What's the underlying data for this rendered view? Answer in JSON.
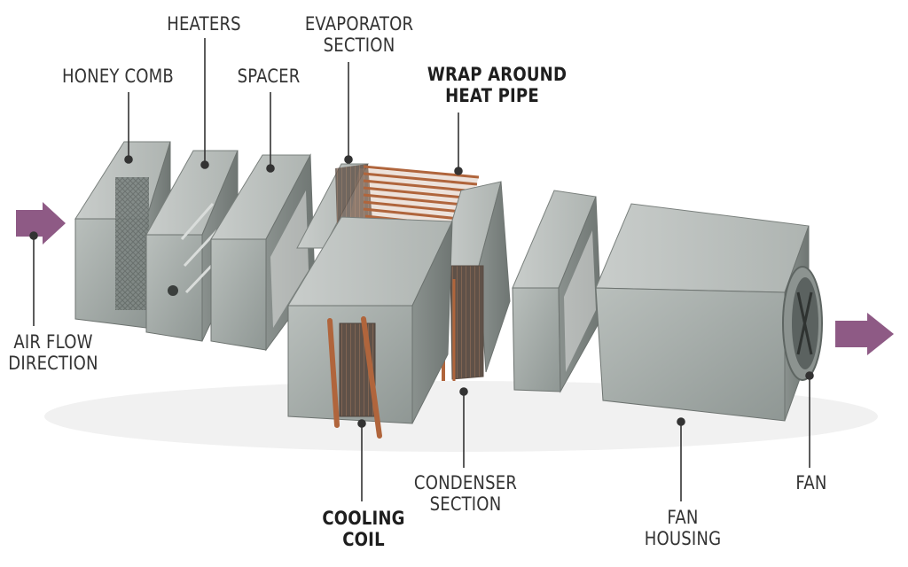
{
  "labels": {
    "honey_comb": "HONEY COMB",
    "heaters": "HEATERS",
    "spacer": "SPACER",
    "evaporator": [
      "EVAPORATOR",
      "SECTION"
    ],
    "wrap_around": [
      "WRAP AROUND",
      "HEAT PIPE"
    ],
    "air_flow": [
      "AIR FLOW",
      "DIRECTION"
    ],
    "cooling_coil": [
      "COOLING",
      "COIL"
    ],
    "condenser": [
      "CONDENSER",
      "SECTION"
    ],
    "fan_housing": [
      "FAN",
      "HOUSING"
    ],
    "fan": "FAN"
  },
  "colors": {
    "arrow": "#8e5a85",
    "metal": "#a4aba8",
    "metal_dark": "#7f8784",
    "metal_light": "#c3c8c5",
    "copper": "#b0653c",
    "leader": "#333333"
  }
}
